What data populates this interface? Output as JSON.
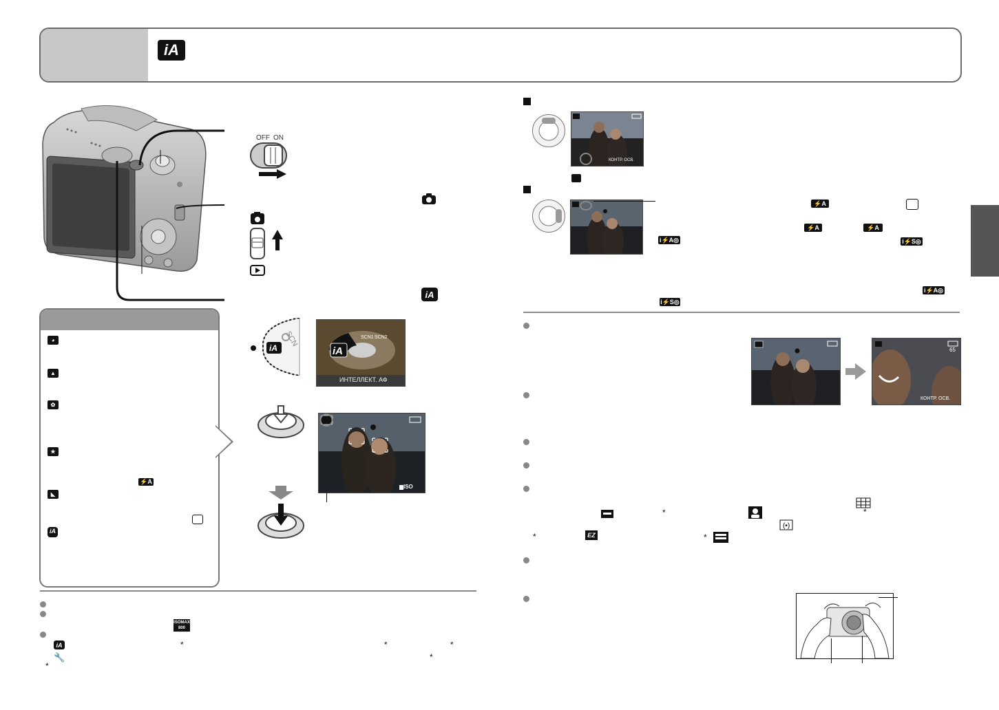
{
  "header": {
    "mode_icon_text": "iA"
  },
  "power_switch": {
    "off_label": "OFF",
    "on_label": "ON"
  },
  "screens": {
    "menu_caption": "ИНТЕЛЛЕКТ. АФ",
    "menu_items": [
      "SCN1",
      "SCN2"
    ],
    "screen_mode_text": "iA",
    "iso_label": "ISO",
    "contrast_caption": "КОНТР. ОСВ.",
    "shot_count": "65"
  },
  "flash_badges": {
    "auto": "⚡A",
    "auto_redeye": "i⚡A◎",
    "slow_redeye": "i⚡S◎"
  },
  "scene_list": {
    "icons": [
      "portrait-icon",
      "landscape-icon",
      "macro-icon",
      "night-portrait-icon",
      "night-landscape-icon",
      "intelligent-auto-icon"
    ],
    "last_icon_text": "iA"
  },
  "bottom_notes": {
    "isomax_line1": "ISOMAX",
    "isomax_line2": "800",
    "ia_icon_text": "iA",
    "asterisk": "*",
    "ez_label": "EZ"
  },
  "colors": {
    "frame": "#6a6a6a",
    "tab_grey": "#c8c8c8",
    "scene_head": "#9a9a9a",
    "side_tab": "#555555"
  }
}
